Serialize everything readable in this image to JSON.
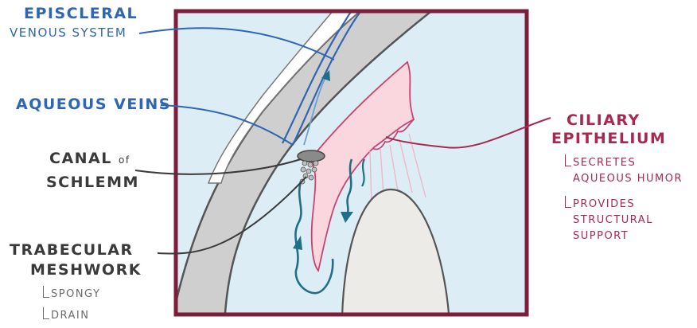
{
  "labels": {
    "episcleral": [
      "Episcleral",
      "Venous system"
    ],
    "aqueous_veins": "Aqueous Veins",
    "canal": {
      "line1a": "Canal",
      "line1b": "of",
      "line2": "Schlemm"
    },
    "trabecular": [
      "Trabecular",
      "Meshwork"
    ],
    "trabecular_notes": [
      "Spongy",
      "Drain"
    ],
    "ciliary": [
      "Ciliary",
      "Epithelium"
    ],
    "ciliary_notes": [
      [
        "Secretes",
        "Aqueous Humor"
      ],
      [
        "Provides",
        "Structural",
        "Support"
      ]
    ]
  },
  "colors": {
    "frame": "#7a1e3a",
    "aqueous_chamber": "#dcedf6",
    "sclera": "#cfcfcf",
    "ciliary_body": "#fad6df",
    "lens": "#ecebe7",
    "vein": "#2f66b3",
    "flow_arrow": "#1f6f86",
    "label_blue": "#2f66b3",
    "label_red": "#a8284f",
    "label_dark": "#3a3a3a"
  },
  "icons": [
    "flow-arrow-icon",
    "meshwork-icon"
  ]
}
